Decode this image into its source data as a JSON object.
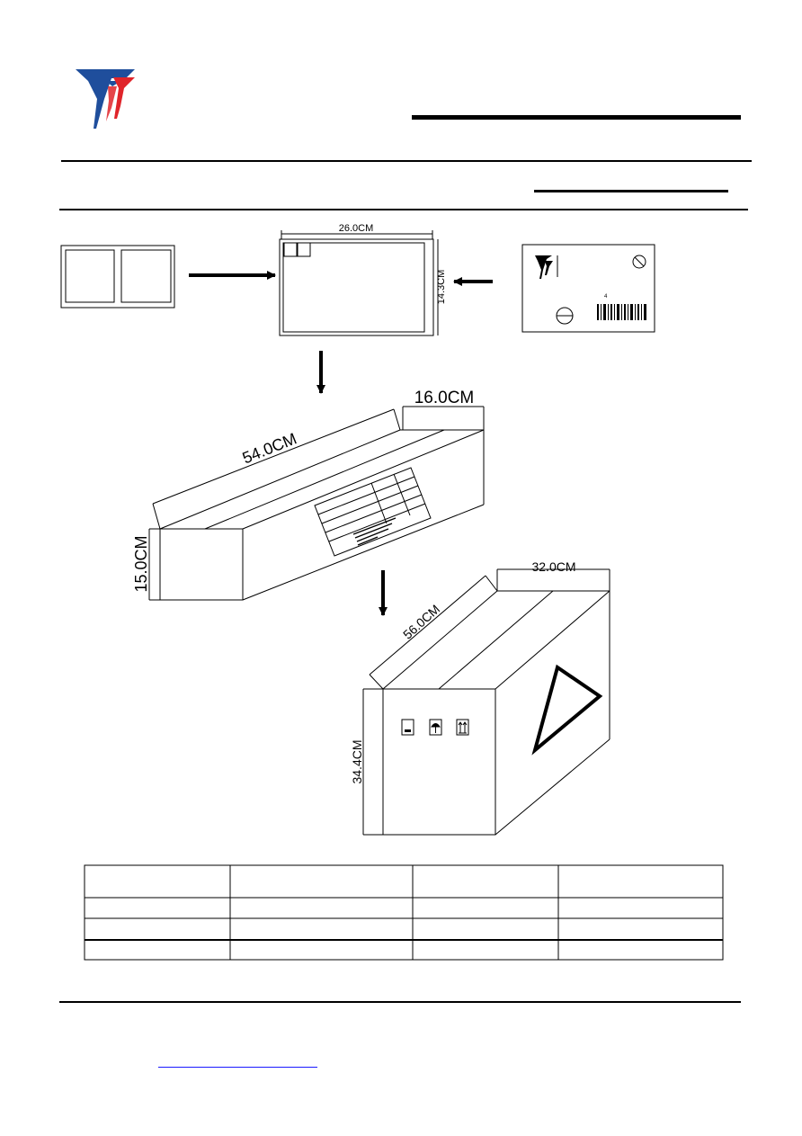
{
  "logo": {
    "name": "company-logo",
    "colors": {
      "blue": "#1f4e9c",
      "red": "#e0242a"
    }
  },
  "dimensions": {
    "tray_width": "26.0CM",
    "tray_height": "14.3CM",
    "inner_box_length": "54.0CM",
    "inner_box_width": "16.0CM",
    "inner_box_height": "15.0CM",
    "outer_box_length": "56.0CM",
    "outer_box_width": "32.0CM",
    "outer_box_height": "34.4CM"
  },
  "icons": {
    "arrow": "arrow-icon",
    "barcode": "barcode-icon",
    "fragile": "fragile-icon",
    "keep_dry": "umbrella-icon",
    "this_side_up": "this-side-up-icon",
    "warning": "warning-triangle-icon"
  },
  "table": {
    "rows": 4,
    "columns": 4
  },
  "footer": {
    "link_color": "#1a1aff"
  }
}
